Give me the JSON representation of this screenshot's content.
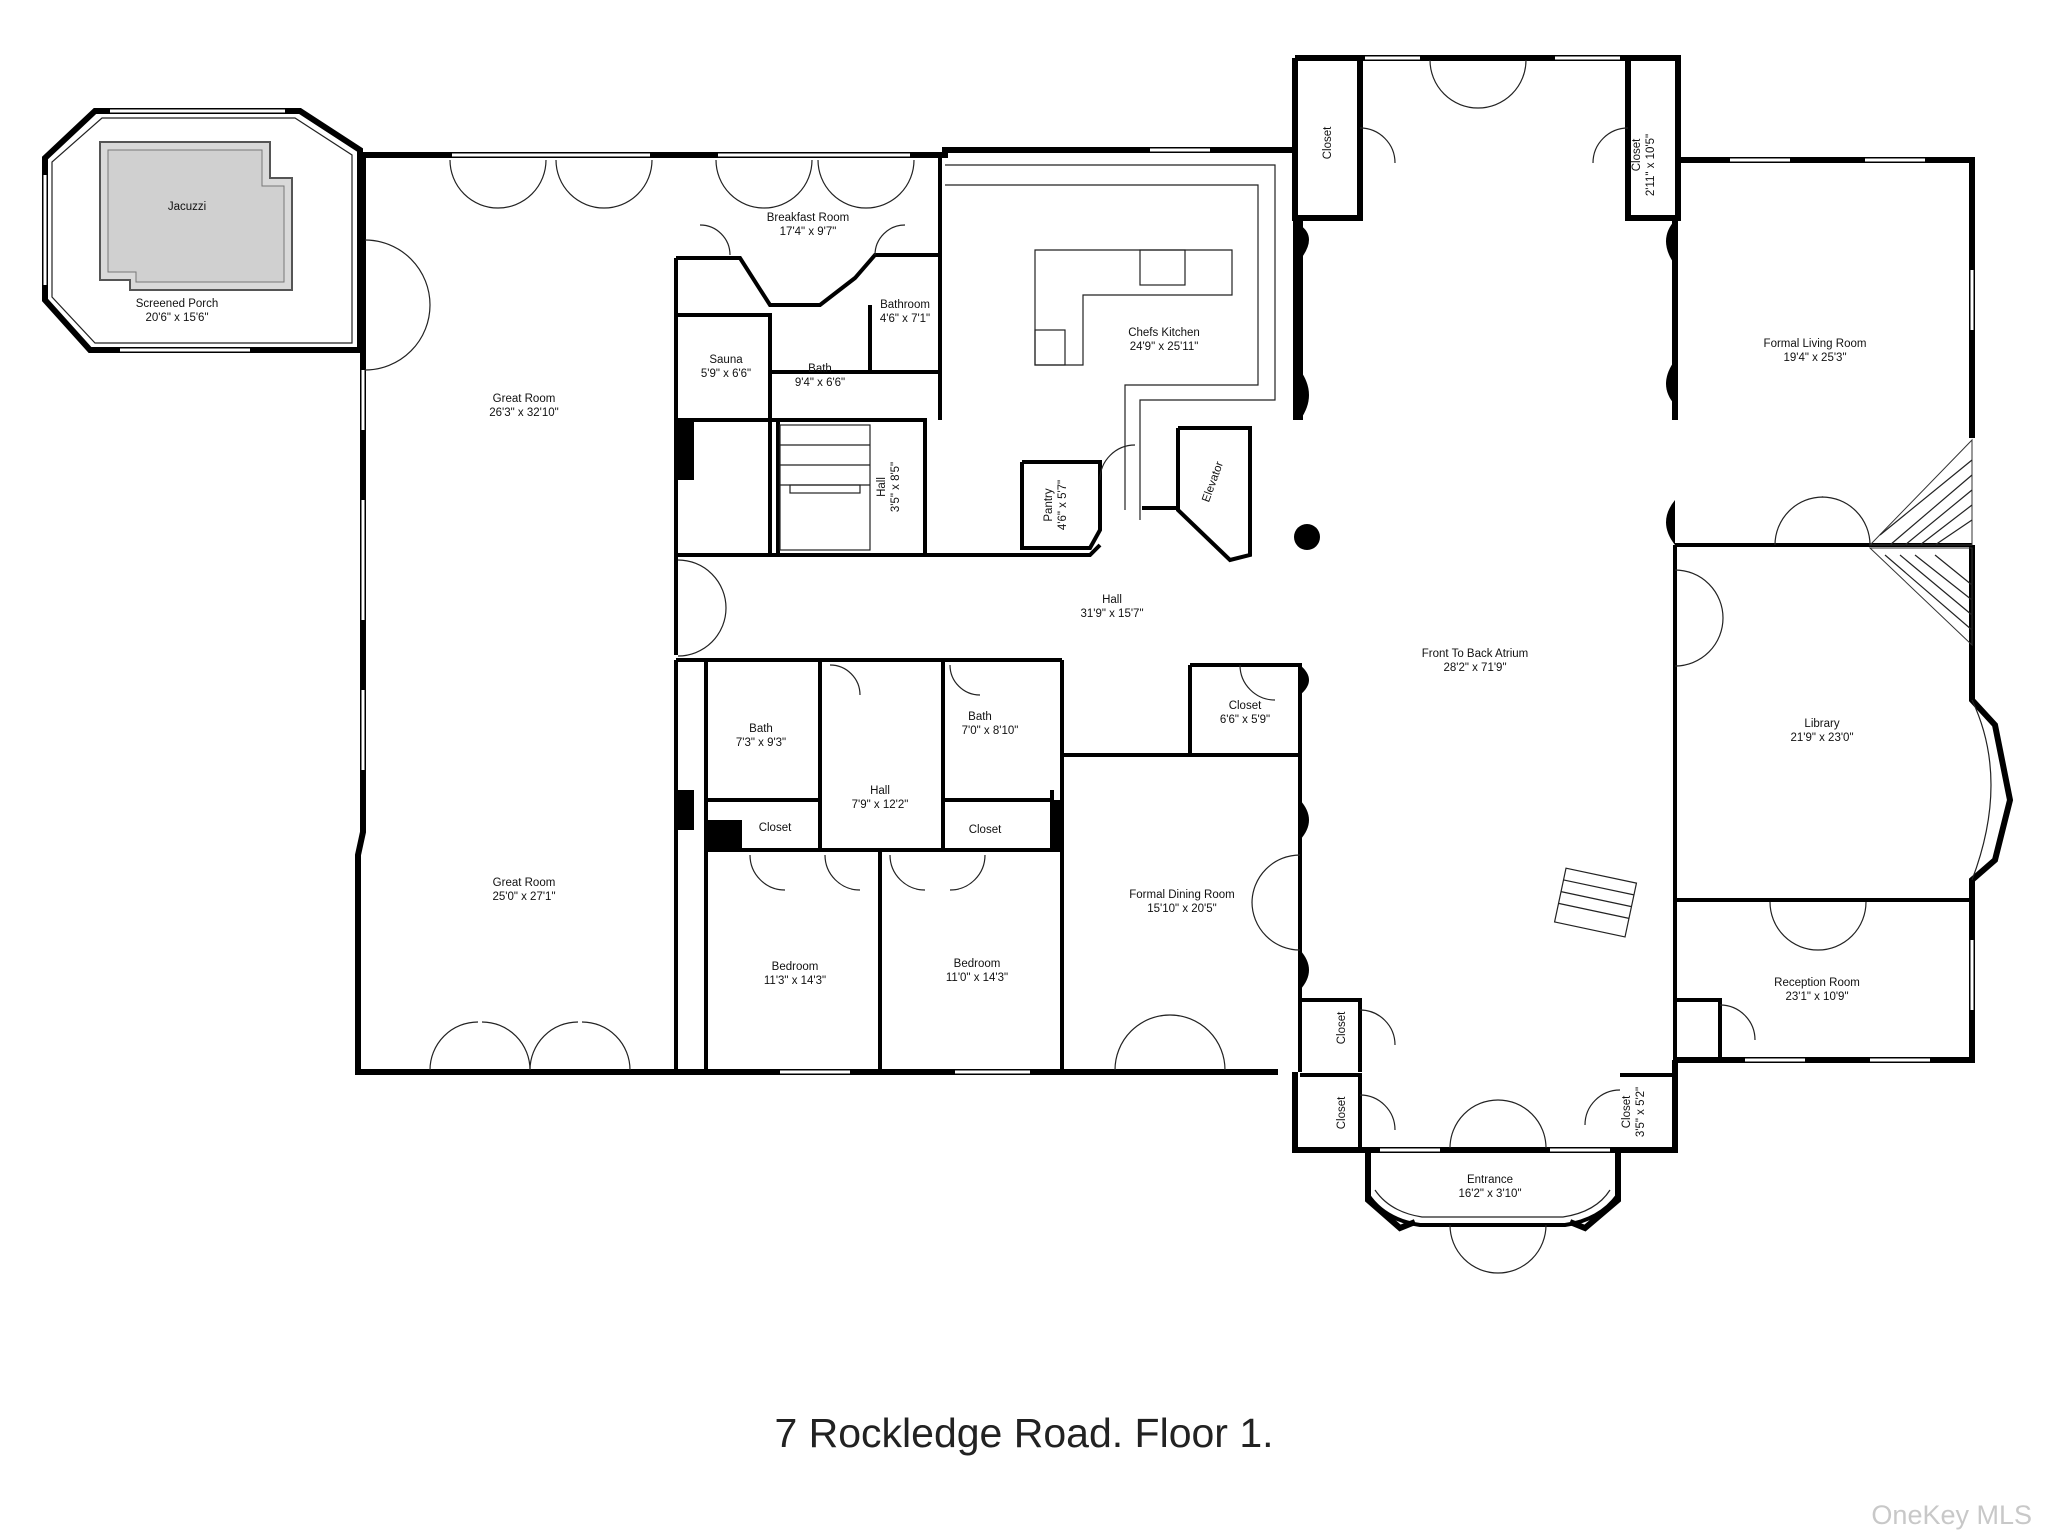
{
  "rooms": [
    {
      "id": "jacuzzi",
      "name": "Jacuzzi",
      "dims": ""
    },
    {
      "id": "screened-porch",
      "name": "Screened Porch",
      "dims": "20'6\" x 15'6\""
    },
    {
      "id": "great-room-north",
      "name": "Great Room",
      "dims": "26'3\" x 32'10\""
    },
    {
      "id": "great-room-south",
      "name": "Great Room",
      "dims": "25'0\" x 27'1\""
    },
    {
      "id": "breakfast-room",
      "name": "Breakfast Room",
      "dims": "17'4\" x 9'7\""
    },
    {
      "id": "bathroom",
      "name": "Bathroom",
      "dims": "4'6\" x 7'1\""
    },
    {
      "id": "sauna",
      "name": "Sauna",
      "dims": "5'9\" x 6'6\""
    },
    {
      "id": "bath-sauna",
      "name": "Bath",
      "dims": "9'4\" x 6'6\""
    },
    {
      "id": "hall-small",
      "name": "Hall",
      "dims": "3'5\" x 8'5\""
    },
    {
      "id": "chefs-kitchen",
      "name": "Chefs Kitchen",
      "dims": "24'9\" x 25'11\""
    },
    {
      "id": "pantry",
      "name": "Pantry",
      "dims": "4'6\" x 5'7\""
    },
    {
      "id": "elevator",
      "name": "Elevator",
      "dims": ""
    },
    {
      "id": "closet-top-left",
      "name": "Closet",
      "dims": ""
    },
    {
      "id": "closet-top-right",
      "name": "Closet",
      "dims": "2'11\" x 10'5\""
    },
    {
      "id": "formal-living-room",
      "name": "Formal Living Room",
      "dims": "19'4\" x 25'3\""
    },
    {
      "id": "main-hall",
      "name": "Hall",
      "dims": "31'9\" x 15'7\""
    },
    {
      "id": "atrium",
      "name": "Front To Back Atrium",
      "dims": "28'2\" x 71'9\""
    },
    {
      "id": "library",
      "name": "Library",
      "dims": "21'9\" x 23'0\""
    },
    {
      "id": "closet-mid",
      "name": "Closet",
      "dims": "6'6\" x 5'9\""
    },
    {
      "id": "bath-west",
      "name": "Bath",
      "dims": "7'3\" x 9'3\""
    },
    {
      "id": "bath-east",
      "name": "Bath",
      "dims": "7'0\" x 8'10\""
    },
    {
      "id": "hall-bedrooms",
      "name": "Hall",
      "dims": "7'9\" x 12'2\""
    },
    {
      "id": "closet-bed-west",
      "name": "Closet",
      "dims": ""
    },
    {
      "id": "closet-bed-east",
      "name": "Closet",
      "dims": ""
    },
    {
      "id": "bedroom-west",
      "name": "Bedroom",
      "dims": "11'3\" x 14'3\""
    },
    {
      "id": "bedroom-east",
      "name": "Bedroom",
      "dims": "11'0\" x 14'3\""
    },
    {
      "id": "formal-dining-room",
      "name": "Formal Dining Room",
      "dims": "15'10\" x 20'5\""
    },
    {
      "id": "reception-room",
      "name": "Reception Room",
      "dims": "23'1\" x 10'9\""
    },
    {
      "id": "closet-entry-upper",
      "name": "Closet",
      "dims": ""
    },
    {
      "id": "closet-entry-lower",
      "name": "Closet",
      "dims": ""
    },
    {
      "id": "closet-entry-right",
      "name": "Closet",
      "dims": "3'5\" x 5'2\""
    },
    {
      "id": "entrance",
      "name": "Entrance",
      "dims": "16'2\" x 3'10\""
    }
  ],
  "caption": "7 Rockledge Road. Floor 1.",
  "watermark": "OneKey MLS"
}
